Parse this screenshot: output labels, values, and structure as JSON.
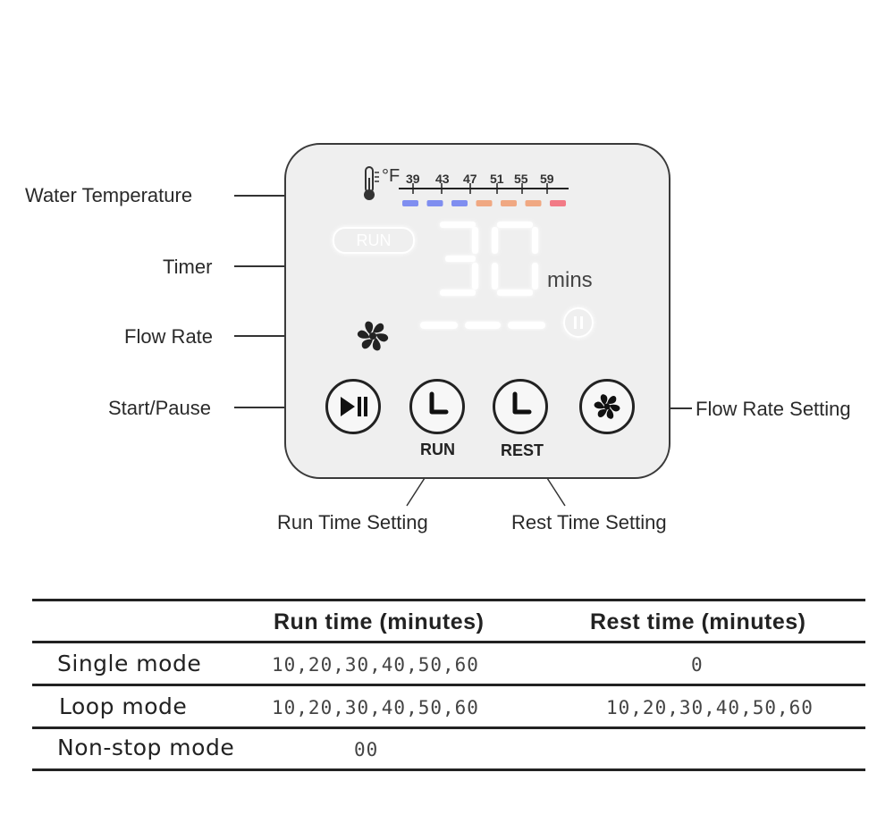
{
  "callouts": {
    "water_temperature": "Water Temperature",
    "timer": "Timer",
    "flow_rate": "Flow Rate",
    "start_pause": "Start/Pause",
    "flow_rate_setting": "Flow Rate Setting",
    "run_time_setting": "Run Time Setting",
    "rest_time_setting": "Rest Time Setting"
  },
  "display": {
    "temp_unit": "°F",
    "temp_scale": [
      "39",
      "43",
      "47",
      "51",
      "55",
      "59"
    ],
    "temp_segment_colors": [
      "#7f8ef0",
      "#7f8ef0",
      "#7f8ef0",
      "#f0a882",
      "#f0a882",
      "#f0a882",
      "#f27a86"
    ],
    "run_badge": "RUN",
    "timer_value": "30",
    "timer_unit": "mins"
  },
  "buttons": {
    "run_label": "RUN",
    "rest_label": "REST"
  },
  "table": {
    "headers": [
      "",
      "Run  time (minutes)",
      "Rest  time (minutes)"
    ],
    "rows": [
      {
        "mode": "Single mode",
        "run": "10,20,30,40,50,60",
        "rest": "0"
      },
      {
        "mode": "Loop mode",
        "run": "10,20,30,40,50,60",
        "rest": "10,20,30,40,50,60"
      },
      {
        "mode": "Non-stop mode",
        "run": "00",
        "rest": ""
      }
    ]
  }
}
